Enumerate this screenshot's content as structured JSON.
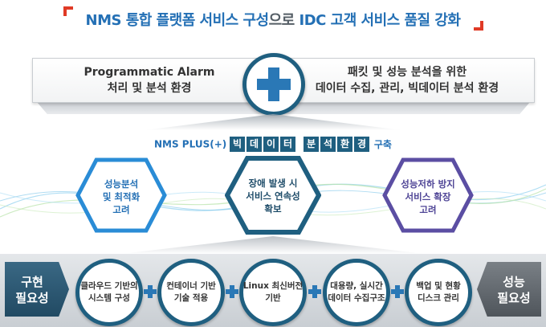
{
  "title": {
    "part1": "NMS 통합 플랫폼 서비스 구성",
    "part2": "으로",
    "part3": "IDC 고객 서비스 품질 강화"
  },
  "top": {
    "left_line1": "Programmatic Alarm",
    "left_line2": "처리 및 분석 환경",
    "right_line1": "패킷 및 성능 분석을 위한",
    "right_line2": "데이터 수집, 관리, 빅데이터 분석 환경"
  },
  "build": {
    "prefix": "NMS PLUS(+)",
    "group1": [
      "빅",
      "데",
      "이",
      "터"
    ],
    "group2": [
      "분",
      "석",
      "환",
      "경"
    ],
    "suffix": "구축"
  },
  "hexagons": {
    "left": {
      "line1": "성능분석",
      "line2": "및 최적화",
      "line3": "고려",
      "color": "#2a8cd6"
    },
    "center": {
      "line1": "장애 발생 시",
      "line2": "서비스 연속성",
      "line3": "확보",
      "color": "#1f5f80"
    },
    "right": {
      "line1": "성능저하 방지",
      "line2": "서비스 확장",
      "line3": "고려",
      "color": "#5b4ea3"
    }
  },
  "requirements": {
    "left_line1": "구현",
    "left_line2": "필요성",
    "right_line1": "성능",
    "right_line2": "필요성"
  },
  "circles": [
    {
      "line1": "클라우드 기반의",
      "line2": "시스템 구성"
    },
    {
      "line1": "컨테이너 기반",
      "line2": "기술 적용"
    },
    {
      "line1": "Linux 최신버전",
      "line2": "기반"
    },
    {
      "line1": "대용량, 실시간",
      "line2": "데이터 수집구조"
    },
    {
      "line1": "백업 및 현황",
      "line2": "디스크 관리"
    }
  ],
  "colors": {
    "accent_red": "#e03a26",
    "title_blue": "#2470b5",
    "dark_teal": "#1f5f80",
    "plus_blue": "#2a78b6"
  },
  "icons": {
    "main_plus": "plus-icon",
    "small_plus": "plus-icon"
  }
}
